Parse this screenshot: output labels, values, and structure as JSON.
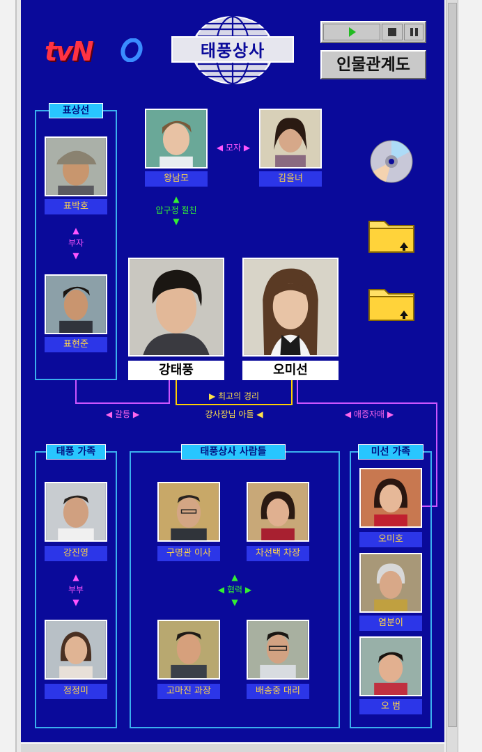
{
  "header": {
    "network_logo": "tvN",
    "show_title": "태풍상사",
    "relation_button": "인물관계도",
    "media": {
      "play": "play-icon",
      "stop": "stop-icon",
      "pause": "pause-icon"
    }
  },
  "groups": {
    "pyo": "표상선",
    "taepung_family": "태풍 가족",
    "company_people": "태풍상사 사람들",
    "misun_family": "미선 가족"
  },
  "characters": {
    "wang_nammo": "왕남모",
    "kim_eulnyeo": "김을녀",
    "pyo_bakho": "표박호",
    "pyo_hyeonjun": "표현준",
    "kang_taepung": "강태풍",
    "oh_misun": "오미선",
    "kang_jinyeong": "강진영",
    "jeong_jeongmi": "정정미",
    "gu_myeonggwan": "구명관 이사",
    "cha_seontaek": "차선택 차장",
    "go_majin": "고마진 과장",
    "bae_songjung": "배송중 대리",
    "oh_miho": "오미호",
    "yeom_buni": "염분이",
    "oh_beom": "오 범"
  },
  "relations": {
    "mother_son": "모자",
    "apgujeong": "압구정 절친",
    "father_son_pyo": "부자",
    "best_manager": "최고의 경리",
    "conflict": "갈등",
    "ceo_son": "강사장님 아들",
    "love_hate_sisters": "애증자매",
    "couple": "부부",
    "cooperation": "협력"
  },
  "desktop_icons": [
    "cd-icon",
    "folder-icon",
    "folder-icon"
  ],
  "colors": {
    "background": "#0a0a9a",
    "group_border": "#3ab0ee",
    "title_chip": "#28c6ff",
    "name_plate": "#2c36e8",
    "name_text": "#ffd54a",
    "relation_green": "#33ee33",
    "relation_pink": "#ff55ff",
    "relation_yellow": "#ffe24a"
  }
}
